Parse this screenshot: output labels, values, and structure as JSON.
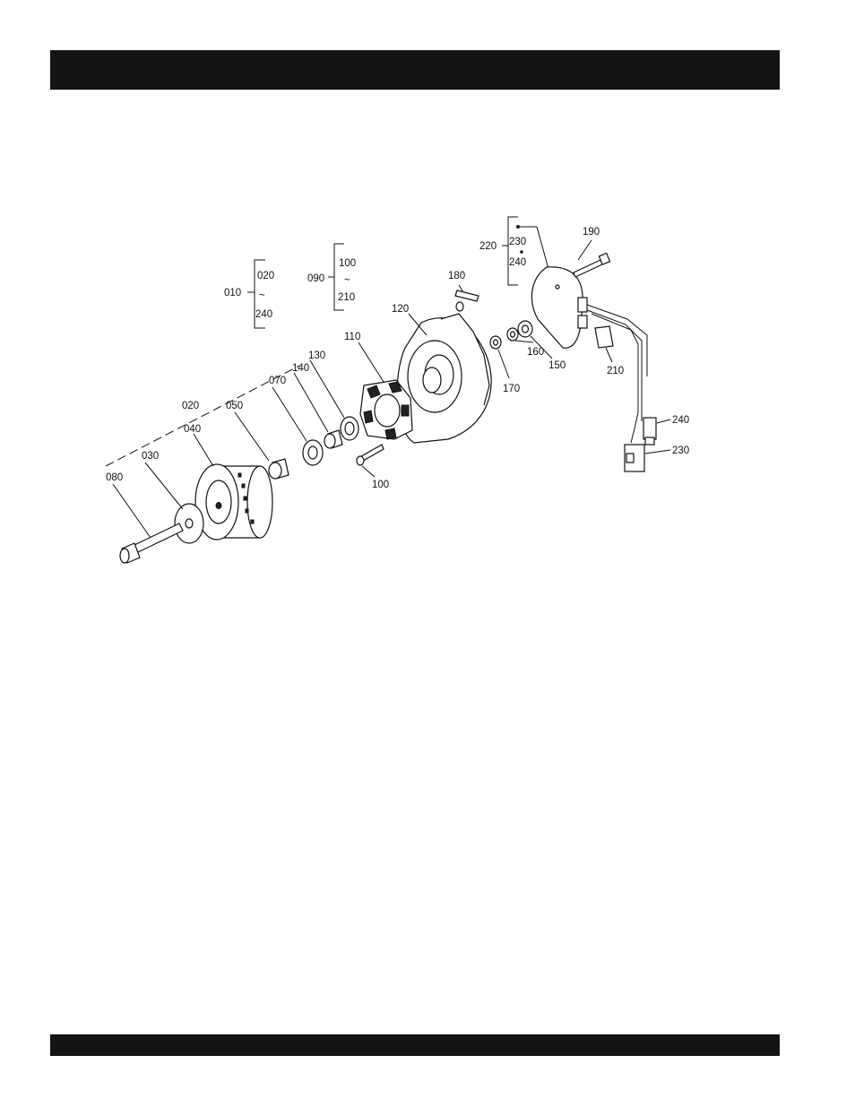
{
  "page": {
    "header_bar": "",
    "footer_bar": ""
  },
  "diagram": {
    "callouts": {
      "c010": "010",
      "c020_top": "020",
      "c240_top": "240",
      "c090": "090",
      "c100_top": "100",
      "c210_top": "210",
      "c180": "180",
      "c220": "220",
      "c230_top": "230",
      "c240_range": "240",
      "c190": "190",
      "c120": "120",
      "c110": "110",
      "c130": "130",
      "c140": "140",
      "c070": "070",
      "c050": "050",
      "c020": "020",
      "c040": "040",
      "c030": "030",
      "c080": "080",
      "c100": "100",
      "c170": "170",
      "c160": "160",
      "c150": "150",
      "c210": "210",
      "c240": "240",
      "c230": "230",
      "tilde1": "~",
      "tilde2": "~"
    }
  }
}
